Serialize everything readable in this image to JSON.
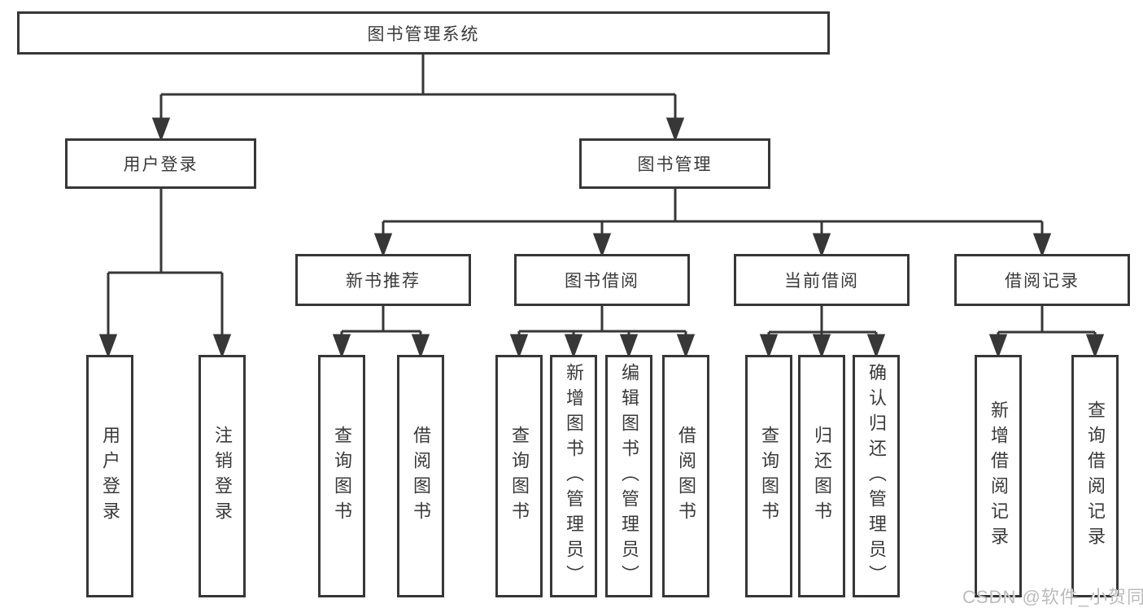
{
  "diagram": {
    "type": "hierarchy-org-chart",
    "root": {
      "label": "图书管理系统",
      "children": [
        {
          "label": "用户登录",
          "children": [
            {
              "label": "用户登录"
            },
            {
              "label": "注销登录"
            }
          ]
        },
        {
          "label": "图书管理",
          "children": [
            {
              "label": "新书推荐",
              "children": [
                {
                  "label": "查询图书"
                },
                {
                  "label": "借阅图书"
                }
              ]
            },
            {
              "label": "图书借阅",
              "children": [
                {
                  "label": "查询图书"
                },
                {
                  "label": "新增图书（管理员）"
                },
                {
                  "label": "编辑图书（管理员）"
                },
                {
                  "label": "借阅图书"
                }
              ]
            },
            {
              "label": "当前借阅",
              "children": [
                {
                  "label": "查询图书"
                },
                {
                  "label": "归还图书"
                },
                {
                  "label": "确认归还（管理员）"
                }
              ]
            },
            {
              "label": "借阅记录",
              "children": [
                {
                  "label": "新增借阅记录"
                },
                {
                  "label": "查询借阅记录"
                }
              ]
            }
          ]
        }
      ]
    }
  },
  "colors": {
    "line": "#373737",
    "text": "#3a3a3a",
    "background": "#ffffff",
    "watermark": "#bcbcbc"
  },
  "watermark": {
    "text": "CSDN @软件_小贺同学"
  }
}
